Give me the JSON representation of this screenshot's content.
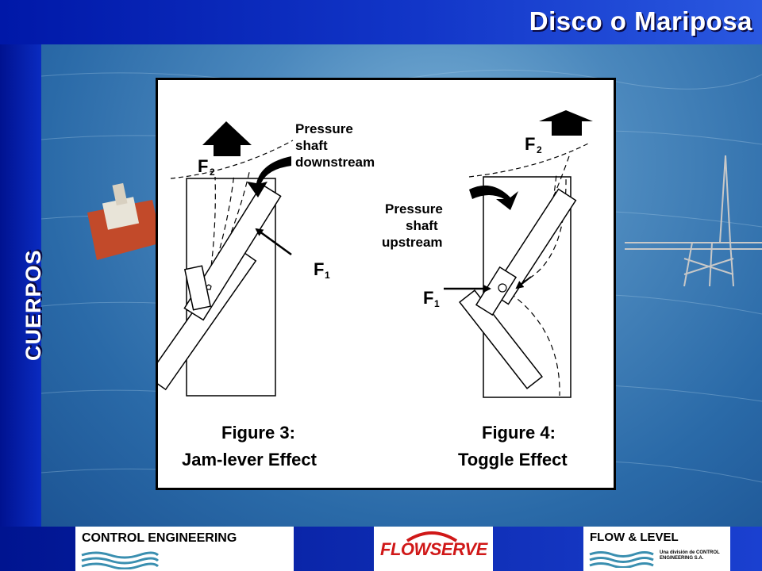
{
  "slide": {
    "title": "Disco o Mariposa",
    "side_label": "CUERPOS"
  },
  "figure3": {
    "pressure_label": [
      "Pressure",
      "shaft",
      "downstream"
    ],
    "f2_label": "F",
    "f2_sub": "2",
    "f1_label": "F",
    "f1_sub": "1",
    "caption": [
      "Figure 3:",
      "Jam-lever Effect"
    ]
  },
  "figure4": {
    "pressure_label": [
      "Pressure",
      "shaft",
      "upstream"
    ],
    "f2_label": "F",
    "f2_sub": "2",
    "f1_label": "F",
    "f1_sub": "1",
    "caption": [
      "Figure 4:",
      "Toggle Effect"
    ]
  },
  "logos": {
    "control_engineering": "CONTROL ENGINEERING",
    "flowserve": "FLOWSERVE",
    "flow_level": "FLOW & LEVEL",
    "flow_level_sub": "Una división de CONTROL ENGINEERING S.A."
  },
  "colors": {
    "frame_blue": "#0a1aa0",
    "sea_blue": "#4b88bd",
    "title_white": "#ffffff",
    "flowserve_red": "#d01818"
  }
}
